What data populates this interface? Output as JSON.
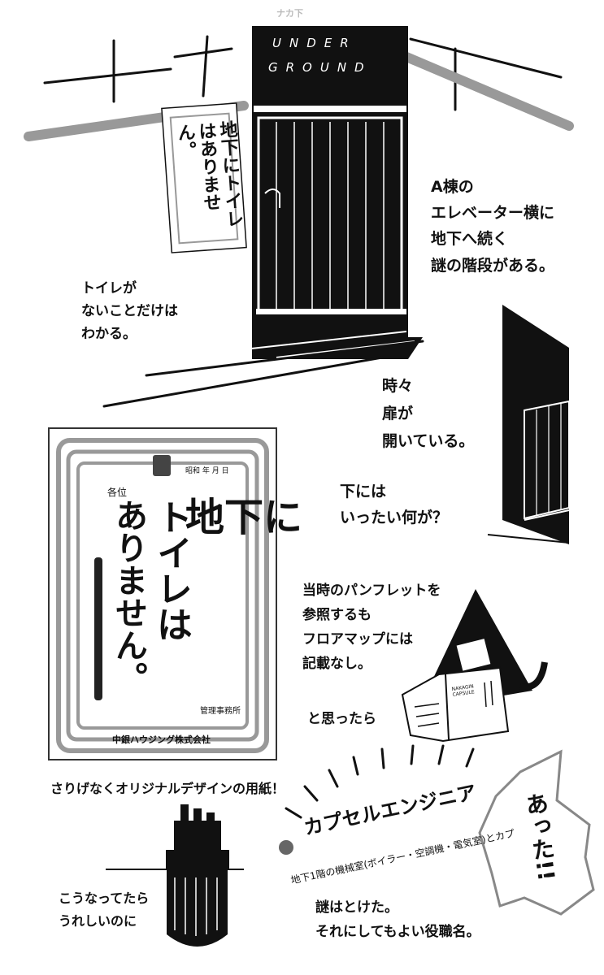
{
  "header": {
    "kana_top": "ナカ下"
  },
  "door": {
    "sign_line1": "UNDER",
    "sign_line2": "GROUND"
  },
  "small_poster": {
    "text": "地下にトイレはありません。"
  },
  "captions": {
    "elevator_line1": "A棟の",
    "elevator_line2": "エレベーター横に",
    "elevator_line3": "地下へ続く",
    "elevator_line4": "謎の階段がある。",
    "toilet_line1": "トイレが",
    "toilet_line2": "ないことだけは",
    "toilet_line3": "わかる。",
    "sometimes_line1": "時々",
    "sometimes_line2": "扉が",
    "sometimes_line3": "開いている。",
    "below_line1": "下には",
    "below_line2": "いったい何が？",
    "pamphlet_line1": "当時のパンフレットを",
    "pamphlet_line2": "参照するも",
    "pamphlet_line3": "フロアマップには",
    "pamphlet_line4": "記載なし。",
    "thought": "と思ったら",
    "paper": "さりげなくオリジナルデザインの用紙！",
    "wish_line1": "こうなってたら",
    "wish_line2": "うれしいのに",
    "solved_line1": "謎はとけた。",
    "solved_line2": "それにしてもよい役職名。"
  },
  "big_poster": {
    "line1": "地下に",
    "line2": "トイレは",
    "line3": "ありません。",
    "addressee": "各位",
    "date": "昭和 年 月 日",
    "office": "管理事務所",
    "company": "中銀ハウジング株式会社"
  },
  "pamphlet_cover": "NAKAGIN CAPSULE",
  "capsule": {
    "title": "カプセルエンジニア",
    "subtitle": "地下1階の機械室(ボイラー・空調機・電気室)とカプ",
    "exclaim": "あった!!"
  }
}
